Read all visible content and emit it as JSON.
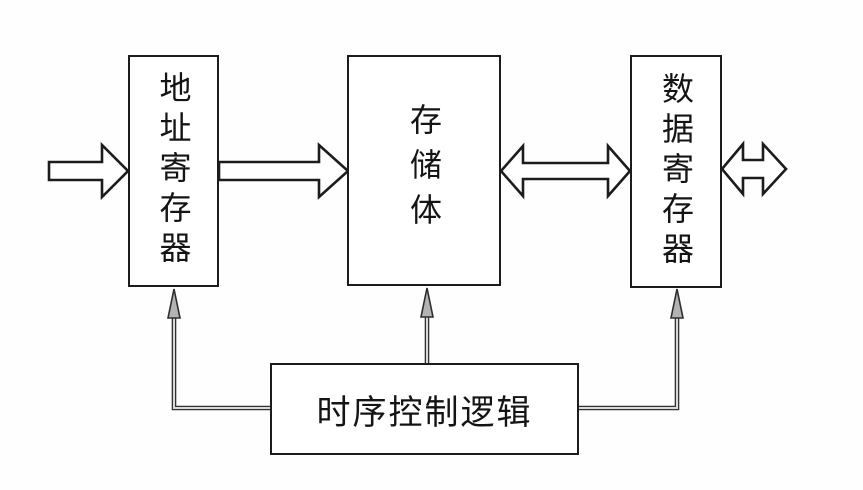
{
  "boxes": {
    "address_register": {
      "label": "地址寄存器"
    },
    "memory_bank": {
      "label": "存储体"
    },
    "data_register": {
      "label": "数据寄存器"
    },
    "timing_control": {
      "label": "时序控制逻辑"
    }
  },
  "arrows": {
    "input_to_address_register": {
      "icon": "block-arrow-right-icon",
      "from": "external-input",
      "to": "address_register"
    },
    "address_register_to_memory": {
      "icon": "block-arrow-right-icon",
      "from": "address_register",
      "to": "memory_bank"
    },
    "memory_data_register_bus": {
      "icon": "block-arrow-double-icon",
      "from": "memory_bank",
      "to": "data_register"
    },
    "data_register_external_bus": {
      "icon": "block-arrow-double-icon",
      "from": "data_register",
      "to": "external-io"
    },
    "control_to_address_register": {
      "icon": "thin-arrow-up-icon",
      "from": "timing_control",
      "to": "address_register"
    },
    "control_to_memory": {
      "icon": "thin-arrow-up-icon",
      "from": "timing_control",
      "to": "memory_bank"
    },
    "control_to_data_register": {
      "icon": "thin-arrow-up-icon",
      "from": "timing_control",
      "to": "data_register"
    }
  },
  "colors": {
    "line": "#1c1c1c",
    "background": "#ffffff",
    "control_line_outer": "#333333",
    "control_line_inner": "#d9d9d9",
    "control_arrowhead_fill": "#b3b3b3",
    "text": "#141414"
  }
}
